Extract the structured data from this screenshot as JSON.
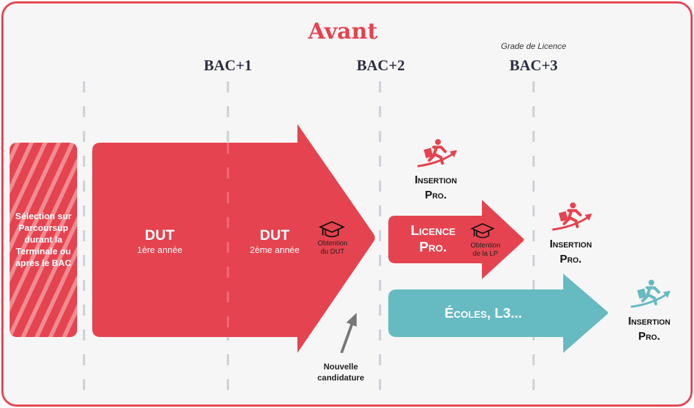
{
  "title": "Avant",
  "levels": {
    "bac1": "BAC+1",
    "bac2": "BAC+2",
    "bac3": "BAC+3",
    "grade_note": "Grade de Licence"
  },
  "selection": [
    "Sélection sur",
    "Parcoursup",
    "durant la",
    "Terminale ou",
    "après le BAC"
  ],
  "dut1": {
    "title": "DUT",
    "sub": "1ère année"
  },
  "dut2": {
    "title": "DUT",
    "sub": "2ème année"
  },
  "obtention_dut": [
    "Obtention",
    "du DUT"
  ],
  "licence_pro": [
    "Licence",
    "Pro."
  ],
  "obtention_lp": [
    "Obtention",
    "de la LP"
  ],
  "ecoles": "Écoles, L3...",
  "insertion": [
    "Insertion",
    "Pro."
  ],
  "nouvelle_candidature": [
    "Nouvelle",
    "candidature"
  ],
  "colors": {
    "red": "#e5434f",
    "teal": "#66bac1",
    "navy": "#2b2d42"
  }
}
